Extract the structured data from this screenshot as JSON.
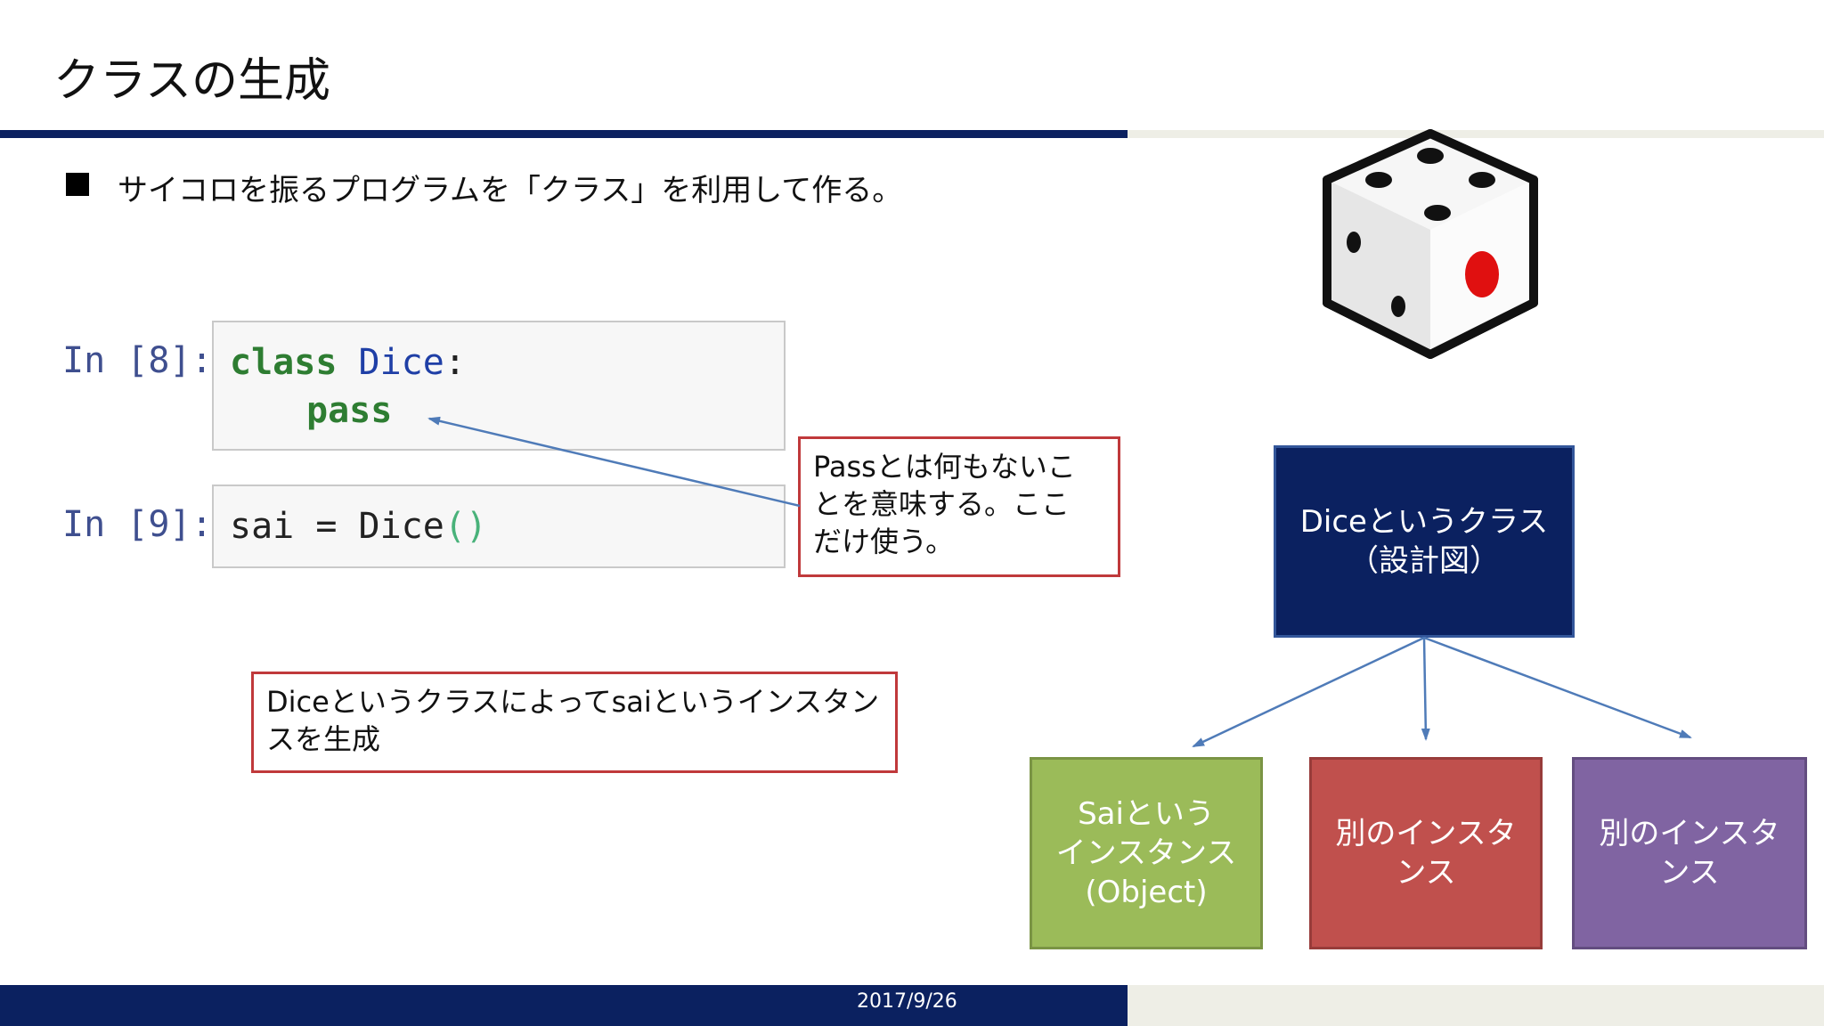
{
  "slide": {
    "title": "クラスの生成",
    "bullet": "サイコロを振るプログラムを「クラス」を利用して作る。",
    "footer_date": "2017/9/26"
  },
  "notebook": {
    "cell1": {
      "prompt": "In [8]:",
      "kw_class": "class",
      "class_name": "Dice",
      "colon": ":",
      "kw_pass": "pass"
    },
    "cell2": {
      "prompt": "In [9]:",
      "var": "sai",
      "eq": " = ",
      "call": "Dice",
      "parens": "()"
    }
  },
  "callouts": {
    "pass_note": [
      "Passとは何もないこ",
      "とを意味する。ここ",
      "だけ使う。"
    ],
    "instance_note": [
      "Diceというクラスによってsaiというインスタン",
      "スを生成"
    ]
  },
  "diagram": {
    "class_box": [
      "Diceというクラス",
      "（設計図）"
    ],
    "instance_sai": [
      "Saiという",
      "インスタンス",
      "(Object)"
    ],
    "instance_2": [
      "別のインスタ",
      "ンス"
    ],
    "instance_3": [
      "別のインスタ",
      "ンス"
    ]
  },
  "colors": {
    "navy": "#0b2160",
    "green_box": "#9bbb59",
    "red_box": "#c0504d",
    "purple_box": "#8064a2",
    "callout_border": "#c0393b",
    "arrow": "#4f7bb8"
  },
  "icons": {
    "dice": "dice-icon"
  }
}
